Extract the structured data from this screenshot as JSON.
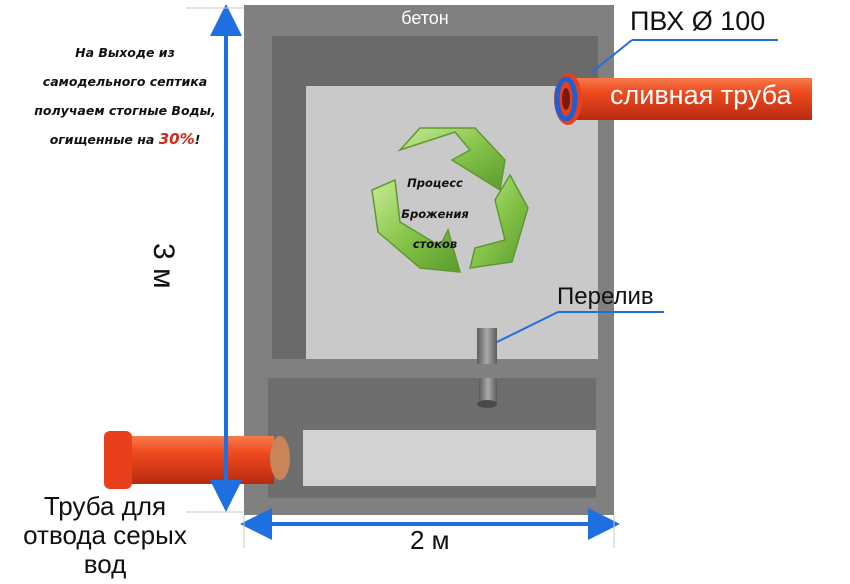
{
  "diagram": {
    "material_label": "бетон",
    "note": {
      "text_before": "На Выходе из самодельного септика получаем стогные Воды, огищенные на ",
      "highlight": "30%",
      "text_after": "!"
    },
    "drain_pipe": {
      "spec_label": "ПВХ  Ø 100",
      "name": "сливная труба"
    },
    "process_text": [
      "Процесс",
      "Брожения",
      "стоков"
    ],
    "overflow_label": "Перелив",
    "height_label": "3 м",
    "width_label": "2 м",
    "outlet_label": "Труба для отвода серых вод",
    "colors": {
      "concrete": "#808080",
      "pipe_orange": "#e8401c",
      "pipe_socket_blue": "#1f5fd6",
      "dimension_arrow": "#1e6fe0",
      "recycle_green": "#8cc84b",
      "highlight_red": "#d2281e"
    },
    "icons": [
      "recycle-icon",
      "dimension-arrow-icon"
    ]
  }
}
